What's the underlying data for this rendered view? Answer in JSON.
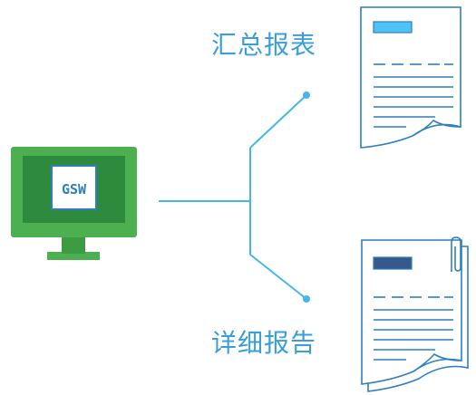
{
  "monitor": {
    "screen_text": "GSW",
    "frame_color": "#4caf50",
    "screen_color": "#2e8b3e",
    "text_color": "#2d7fc1"
  },
  "connector": {
    "color": "#45b6e8"
  },
  "outputs": [
    {
      "label": "汇总报表",
      "bar_color": "#4fc3f7"
    },
    {
      "label": "详细报告",
      "bar_color": "#37588a"
    }
  ]
}
